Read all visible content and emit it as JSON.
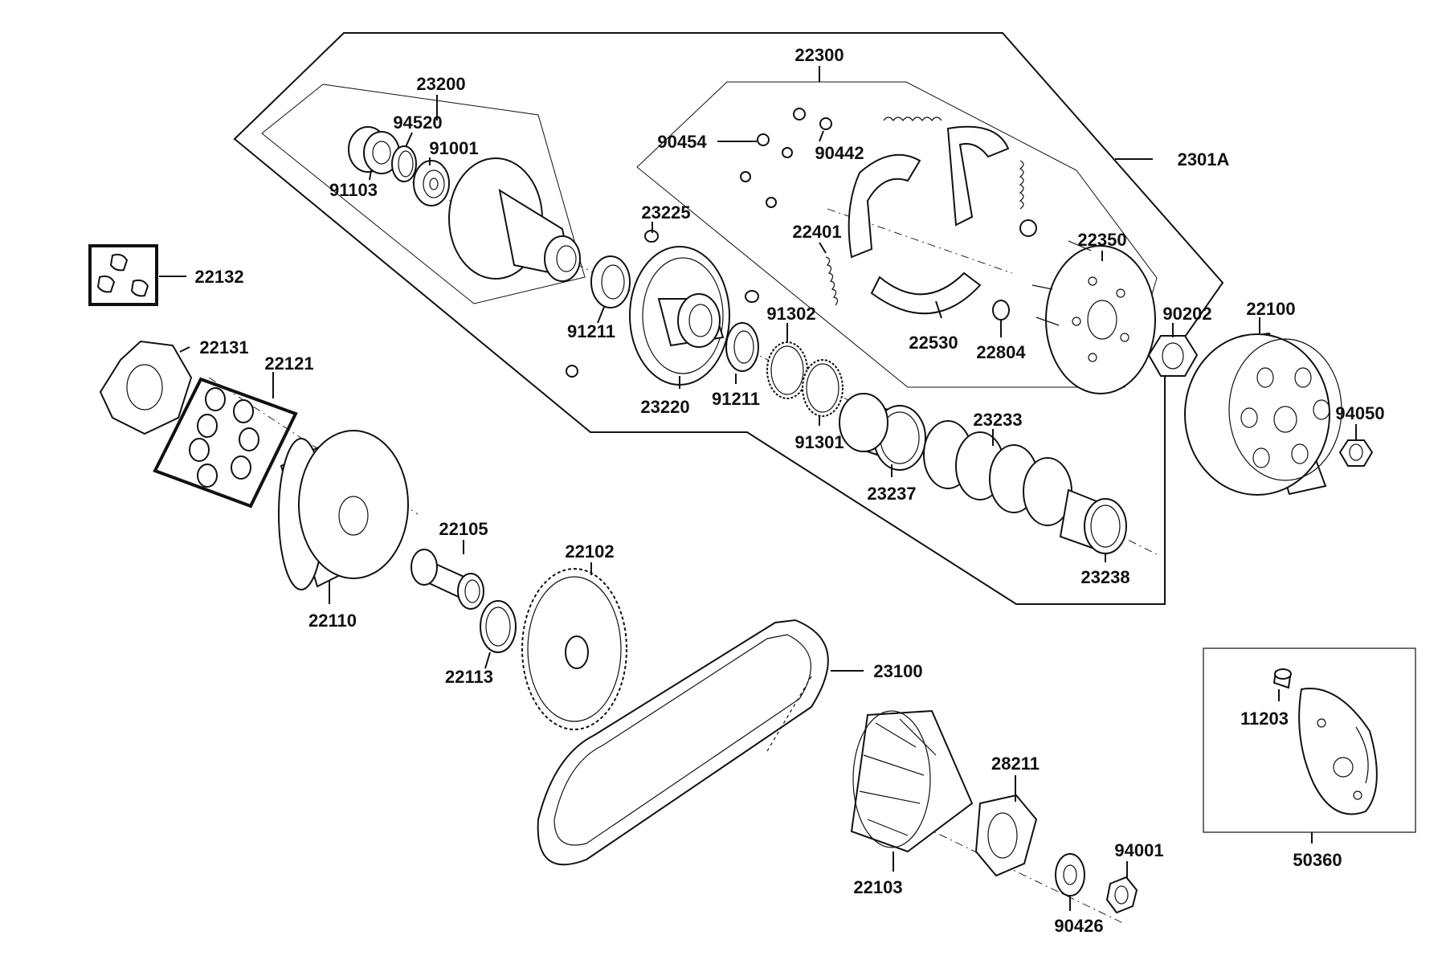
{
  "diagram": {
    "labels": {
      "l22300": "22300",
      "l23200": "23200",
      "l94520": "94520",
      "l91001": "91001",
      "l91103": "91103",
      "l90454": "90454",
      "l90442": "90442",
      "l2301A": "2301A",
      "l23225": "23225",
      "l22401": "22401",
      "l22350": "22350",
      "l22132": "22132",
      "l91211a": "91211",
      "l91302": "91302",
      "l22100": "22100",
      "l90202": "90202",
      "l22530": "22530",
      "l22804": "22804",
      "l22131": "22131",
      "l22121": "22121",
      "l23220": "23220",
      "l91211b": "91211",
      "l94050": "94050",
      "l23233": "23233",
      "l91301": "91301",
      "l23237": "23237",
      "l22105": "22105",
      "l22102": "22102",
      "l23238": "23238",
      "l22110": "22110",
      "l22113": "22113",
      "l23100": "23100",
      "l11203": "11203",
      "l28211": "28211",
      "l94001": "94001",
      "l50360": "50360",
      "l22103": "22103",
      "l90426": "90426"
    }
  }
}
